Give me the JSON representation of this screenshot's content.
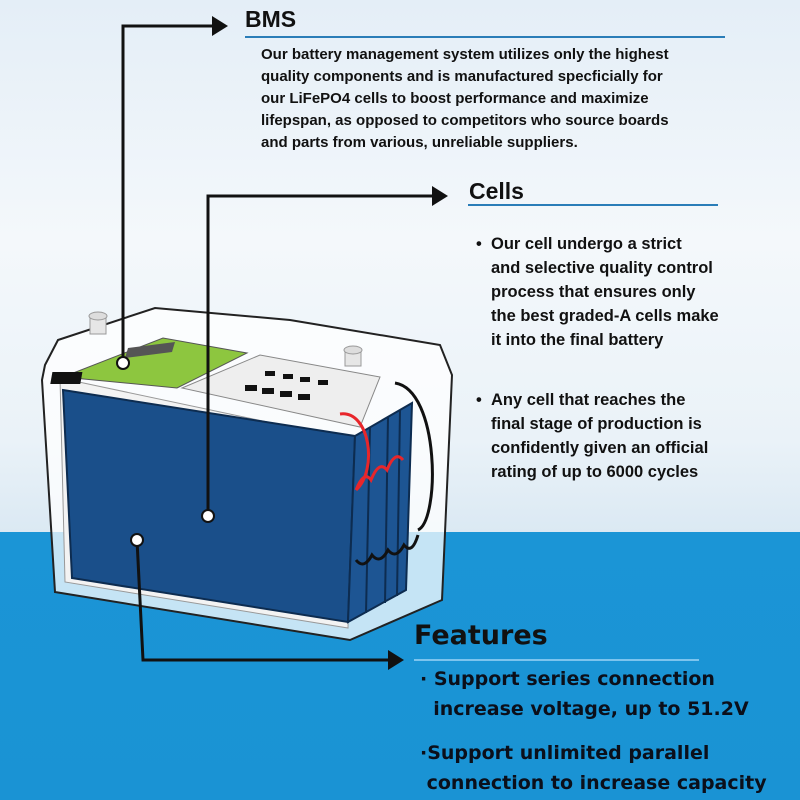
{
  "bms": {
    "title": "BMS",
    "lines": [
      "Our battery management system utilizes only the highest",
      "quality components and is manufactured specficially for",
      "our LiFePO4 cells to boost performance and maximize",
      "lifepspan, as opposed to competitors who source boards",
      "and parts from various, unreliable suppliers."
    ]
  },
  "cells": {
    "title": "Cells",
    "bullet": "•",
    "bullets": [
      {
        "lines": [
          "Our cell undergo a strict",
          "and selective quality control",
          "process that ensures only",
          "the best graded-A cells make",
          "it into the final battery"
        ]
      },
      {
        "lines": [
          "Any cell that reaches the",
          "final stage of production is",
          "confidently given an official",
          "rating of up to 6000 cycles"
        ]
      }
    ]
  },
  "features": {
    "title": "Features",
    "bullets": [
      {
        "lines": [
          "· Support series connection",
          "  increase voltage, up to 51.2V"
        ]
      },
      {
        "lines": [
          "·Support unlimited parallel",
          " connection to increase capacity"
        ]
      }
    ]
  },
  "colors": {
    "blue_bg": "#1b95d6",
    "cell_blue": "#1a4f8a",
    "bms_green": "#8dc63f",
    "wire_red": "#e8262b"
  }
}
